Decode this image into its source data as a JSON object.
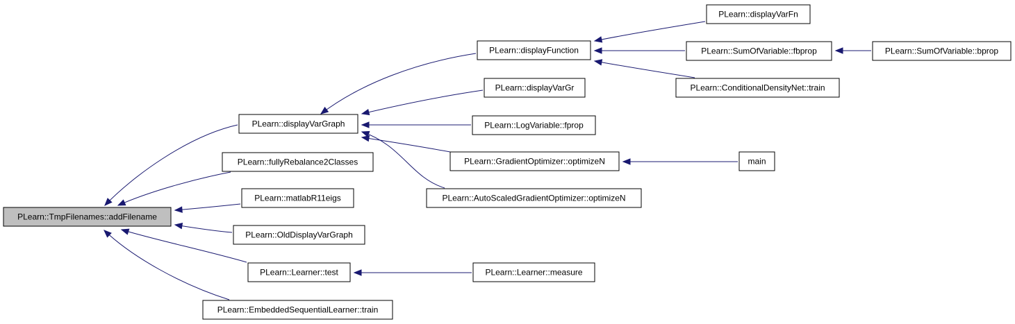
{
  "nodes": [
    {
      "id": "addFilename",
      "label": "PLearn::TmpFilenames::addFilename",
      "current": true
    },
    {
      "id": "displayVarGraph",
      "label": "PLearn::displayVarGraph"
    },
    {
      "id": "fullyRebalance2Classes",
      "label": "PLearn::fullyRebalance2Classes"
    },
    {
      "id": "matlabR11eigs",
      "label": "PLearn::matlabR11eigs"
    },
    {
      "id": "OldDisplayVarGraph",
      "label": "PLearn::OldDisplayVarGraph"
    },
    {
      "id": "Learner_test",
      "label": "PLearn::Learner::test"
    },
    {
      "id": "ESL_train",
      "label": "PLearn::EmbeddedSequentialLearner::train"
    },
    {
      "id": "displayFunction",
      "label": "PLearn::displayFunction"
    },
    {
      "id": "displayVarGr",
      "label": "PLearn::displayVarGr"
    },
    {
      "id": "LogVariable_fprop",
      "label": "PLearn::LogVariable::fprop"
    },
    {
      "id": "GO_optimizeN",
      "label": "PLearn::GradientOptimizer::optimizeN"
    },
    {
      "id": "ASGO_optimizeN",
      "label": "PLearn::AutoScaledGradientOptimizer::optimizeN"
    },
    {
      "id": "Learner_measure",
      "label": "PLearn::Learner::measure"
    },
    {
      "id": "displayVarFn",
      "label": "PLearn::displayVarFn"
    },
    {
      "id": "SOV_fbprop",
      "label": "PLearn::SumOfVariable::fbprop"
    },
    {
      "id": "CDN_train",
      "label": "PLearn::ConditionalDensityNet::train"
    },
    {
      "id": "SOV_bprop",
      "label": "PLearn::SumOfVariable::bprop"
    },
    {
      "id": "main",
      "label": "main"
    }
  ],
  "edges": [
    {
      "from": "displayVarGraph",
      "to": "addFilename"
    },
    {
      "from": "fullyRebalance2Classes",
      "to": "addFilename"
    },
    {
      "from": "matlabR11eigs",
      "to": "addFilename"
    },
    {
      "from": "OldDisplayVarGraph",
      "to": "addFilename"
    },
    {
      "from": "Learner_test",
      "to": "addFilename"
    },
    {
      "from": "ESL_train",
      "to": "addFilename"
    },
    {
      "from": "displayFunction",
      "to": "displayVarGraph"
    },
    {
      "from": "displayVarGr",
      "to": "displayVarGraph"
    },
    {
      "from": "LogVariable_fprop",
      "to": "displayVarGraph"
    },
    {
      "from": "GO_optimizeN",
      "to": "displayVarGraph"
    },
    {
      "from": "ASGO_optimizeN",
      "to": "displayVarGraph"
    },
    {
      "from": "Learner_measure",
      "to": "Learner_test"
    },
    {
      "from": "displayVarFn",
      "to": "displayFunction"
    },
    {
      "from": "SOV_fbprop",
      "to": "displayFunction"
    },
    {
      "from": "CDN_train",
      "to": "displayFunction"
    },
    {
      "from": "SOV_bprop",
      "to": "SOV_fbprop"
    },
    {
      "from": "main",
      "to": "GO_optimizeN"
    }
  ]
}
